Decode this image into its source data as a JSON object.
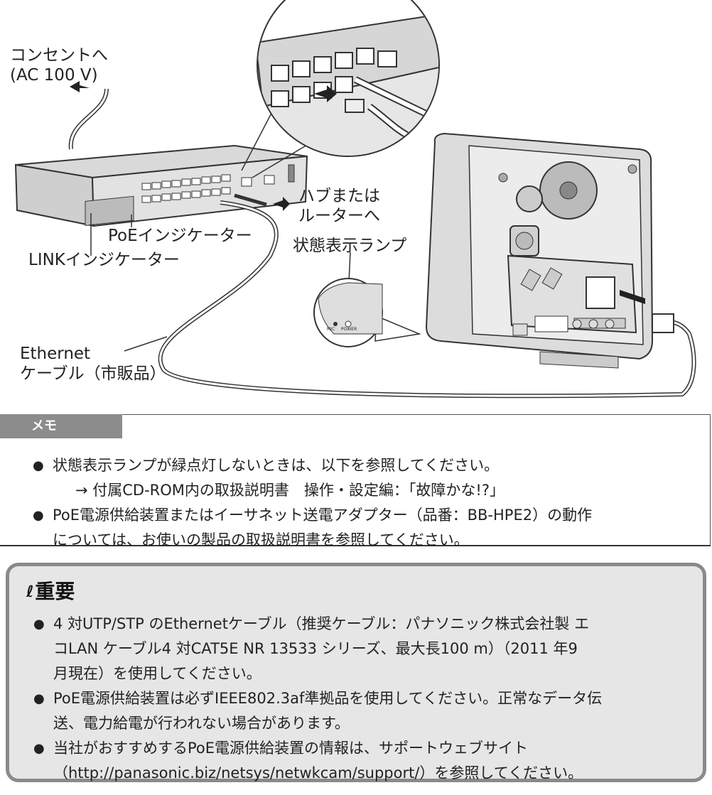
{
  "diagram": {
    "labels": {
      "outlet_line1": "コンセントへ",
      "outlet_line2": "(AC 100 V)",
      "hub_line1": "ハブまたは",
      "hub_line2": "ルーターへ",
      "poe_indicator": "PoEインジケーター",
      "link_indicator": "LINKインジケーター",
      "status_lamp": "状態表示ランプ",
      "ethernet_line1": "Ethernet",
      "ethernet_line2": "ケーブル（市販品）",
      "lamp_mic": "MIC",
      "lamp_power": "POWER"
    }
  },
  "memo": {
    "heading": "メモ",
    "items": [
      "状態表示ランプが緑点灯しないときは、以下を参照してください。",
      "PoE電源供給装置またはイーサネット送電アダプター（品番：BB-HPE2）の動作",
      "については、お使いの製品の取扱説明書を参照してください。"
    ],
    "sub": "→ 付属CD-ROM内の取扱説明書　操作・設定編：「故障かな!?」",
    "bullet": "●"
  },
  "important": {
    "mark": "ℓ",
    "heading": "重要",
    "items": [
      [
        "4 対UTP/STP のEthernetケーブル（推奨ケーブル：パナソニック株式会社製 エ",
        "コLAN ケーブル4 対CAT5E NR 13533 シリーズ、最大長100 m）（2011 年9",
        "月現在）を使用してください。"
      ],
      [
        "PoE電源供給装置は必ずIEEE802.3af準拠品を使用してください。正常なデータ伝",
        "送、電力給電が行われない場合があります。"
      ],
      [
        "当社がおすすめするPoE電源供給装置の情報は、サポートウェブサイト",
        "（http://panasonic.biz/netsys/netwkcam/support/）を参照してください。"
      ]
    ]
  }
}
